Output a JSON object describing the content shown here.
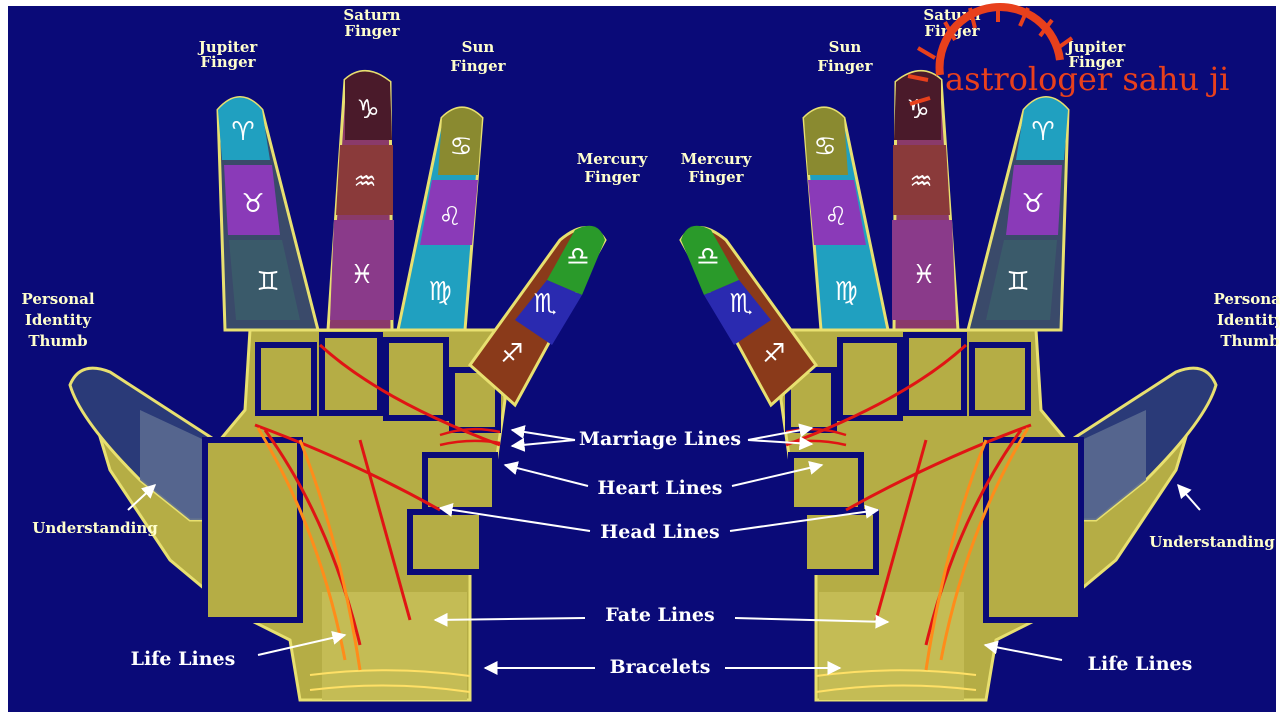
{
  "labels": {
    "jupiter_finger": [
      "Jupiter",
      "Finger"
    ],
    "saturn_finger": [
      "Saturn",
      "Finger"
    ],
    "sun_finger": [
      "Sun",
      "Finger"
    ],
    "mercury_finger": [
      "Mercury",
      "Finger"
    ],
    "personal_identity_thumb": [
      "Personal",
      "Identity",
      "Thumb"
    ],
    "understanding": "Understanding",
    "marriage_lines": "Marriage Lines",
    "heart_lines": "Heart Lines",
    "head_lines": "Head Lines",
    "fate_lines": "Fate Lines",
    "life_lines": "Life Lines",
    "bracelets": "Bracelets"
  },
  "zodiac": {
    "aries": "♈",
    "taurus": "♉",
    "gemini": "♊",
    "capricorn": "♑",
    "aquarius": "♒",
    "pisces": "♓",
    "cancer": "♋",
    "leo": "♌",
    "virgo": "♍",
    "libra": "♎",
    "scorpio": "♏",
    "sagittarius": "♐"
  },
  "watermark": {
    "text": "astrologer sahu ji",
    "color": "#e8401c"
  },
  "colors": {
    "background": "#0a0a78",
    "palm": "#b5ad45",
    "heart_line": "#e01414",
    "life_line": "#ff8c1a",
    "label": "#ffffcc"
  }
}
